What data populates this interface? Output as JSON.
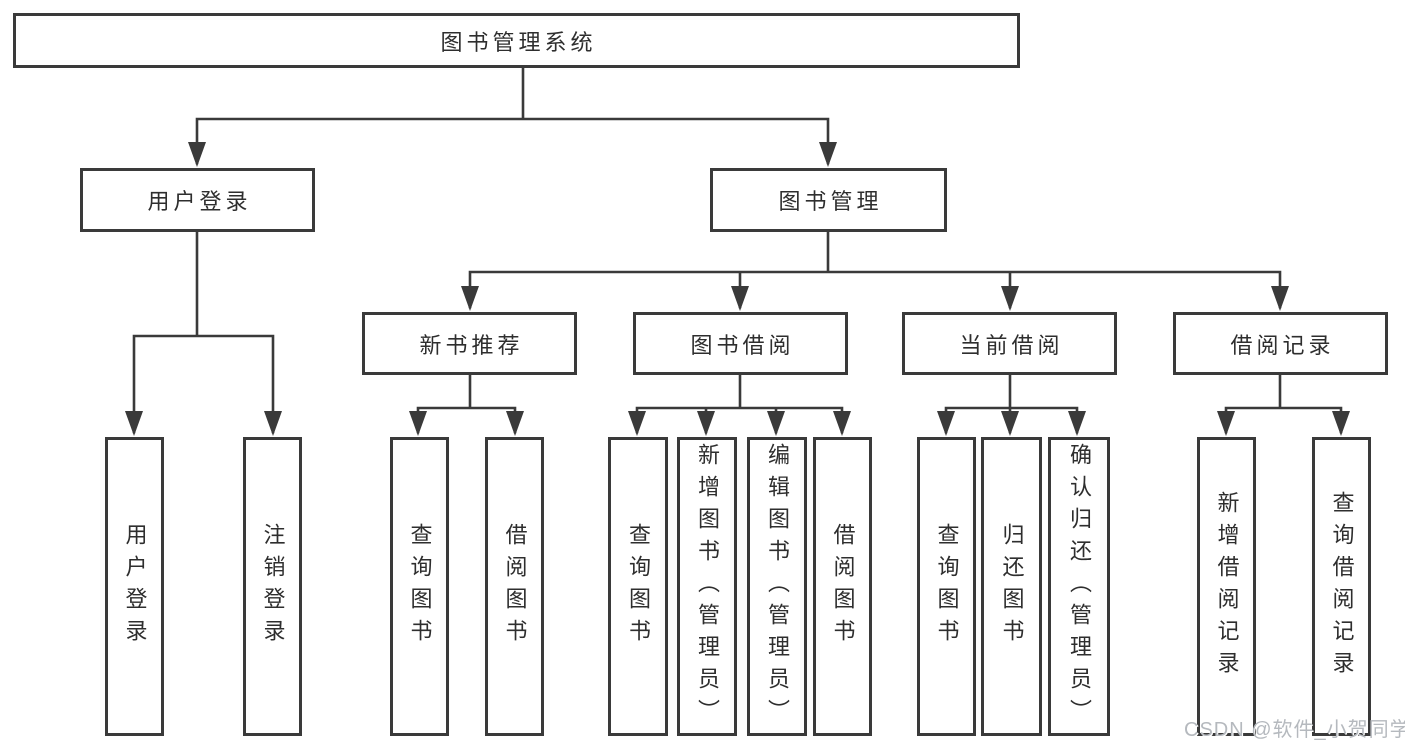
{
  "diagram": {
    "watermark": "CSDN @软件_小贺同学",
    "colors": {
      "line": "#3a3a3a",
      "text": "#2e2e2e",
      "box_fill": "#ffffff",
      "background": "#ffffff",
      "watermark": "#b5b9be"
    },
    "tree": {
      "root": {
        "label": "图书管理系统"
      },
      "branches": [
        {
          "label": "用户登录",
          "children": [
            {
              "label": "用户登录"
            },
            {
              "label": "注销登录"
            }
          ]
        },
        {
          "label": "图书管理",
          "children": [
            {
              "label": "新书推荐",
              "children": [
                {
                  "label": "查询图书"
                },
                {
                  "label": "借阅图书"
                }
              ]
            },
            {
              "label": "图书借阅",
              "children": [
                {
                  "label": "查询图书"
                },
                {
                  "label": "新增图书（管理员）"
                },
                {
                  "label": "编辑图书（管理员）"
                },
                {
                  "label": "借阅图书"
                }
              ]
            },
            {
              "label": "当前借阅",
              "children": [
                {
                  "label": "查询图书"
                },
                {
                  "label": "归还图书"
                },
                {
                  "label": "确认归还（管理员）"
                }
              ]
            },
            {
              "label": "借阅记录",
              "children": [
                {
                  "label": "新增借阅记录"
                },
                {
                  "label": "查询借阅记录"
                }
              ]
            }
          ]
        }
      ]
    }
  }
}
